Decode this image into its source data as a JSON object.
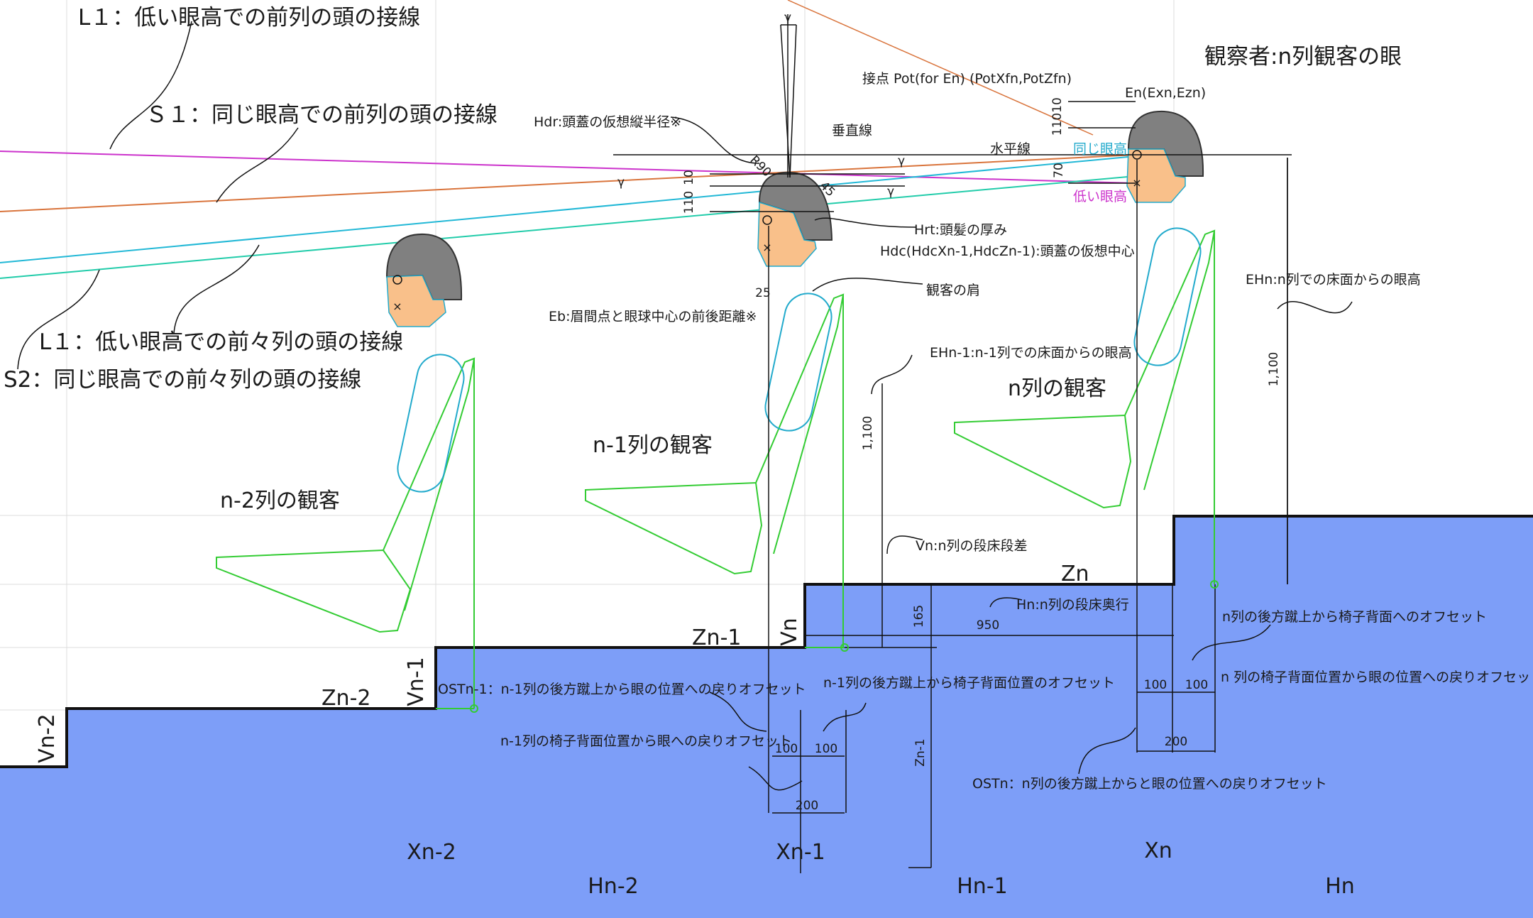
{
  "labels": {
    "L1_front": "L１：低い眼高での前列の頭の接線",
    "S1_front": "Ｓ１：同じ眼高での前列の頭の接線",
    "L1_twoahead": "L１：低い眼高での前々列の頭の接線",
    "S2_twoahead": "S2：同じ眼高での前々列の頭の接線",
    "observer": "観察者:n列観客の眼",
    "en": "En(Exn,Ezn)",
    "pot": "接点 Pot(for En) (PotXfn,PotZfn)",
    "hdr": "Hdr:頭蓋の仮想縦半径※",
    "vertical": "垂直線",
    "horizontal": "水平線",
    "same_eye": "同じ眼高",
    "low_eye": "低い眼高",
    "hrt": "Hrt:頭髪の厚み",
    "hdc": "Hdc(HdcXn-1,HdcZn-1):頭蓋の仮想中心",
    "shoulder": "観客の肩",
    "eb": "Eb:眉間点と眼球中心の前後距離※",
    "ehn": "EHn:n列での床面からの眼高",
    "ehn1": "EHn-1:n-1列での床面からの眼高",
    "vn_desc": "Vn:n列の段床段差",
    "hn_desc": "Hn:n列の段床奥行",
    "row_n": "n列の観客",
    "row_n1": "n-1列の観客",
    "row_n2": "n-2列の観客",
    "ost_n1": "OSTn-1：n-1列の後方蹴上から眼の位置への戻りオフセット",
    "back_n1": "n-1列の後方蹴上から椅子背面位置のオフセット",
    "seat_n1": "n-1列の椅子背面位置から眼への戻りオフセット",
    "back_n": "n列の後方蹴上から椅子背面へのオフセット",
    "seat_n": "n 列の椅子背面位置から眼の位置への戻りオフセット",
    "ost_n": "OSTn：n列の後方蹴上からと眼の位置への戻りオフセット",
    "Zn": "Zn",
    "Zn1": "Zn-1",
    "Zn2": "Zn-2",
    "Vn": "Vn",
    "Vn1": "Vn-1",
    "Vn2": "Vn-2",
    "Xn": "Xn",
    "Xn1": "Xn-1",
    "Xn2": "Xn-2",
    "Hn": "Hn",
    "Hn1": "Hn-1",
    "Hn2": "Hn-2",
    "zn1_dim": "Zn-1",
    "gamma": "γ"
  },
  "dims": {
    "d100": "100",
    "d200": "200",
    "d950": "950",
    "d165": "165",
    "d1100": "1,100",
    "d110": "110",
    "d10": "10",
    "d70": "70",
    "d25": "25",
    "r90": "R90",
    "d45": "45"
  },
  "colors": {
    "floor": "#7d9ef8",
    "seat": "#33cc33",
    "body": "#22aacc",
    "skin": "#f9c08a",
    "hair": "#777777",
    "magenta": "#cc33cc",
    "orange": "#d9743c",
    "cyan": "#22b8d6",
    "teal": "#22ccaa"
  }
}
